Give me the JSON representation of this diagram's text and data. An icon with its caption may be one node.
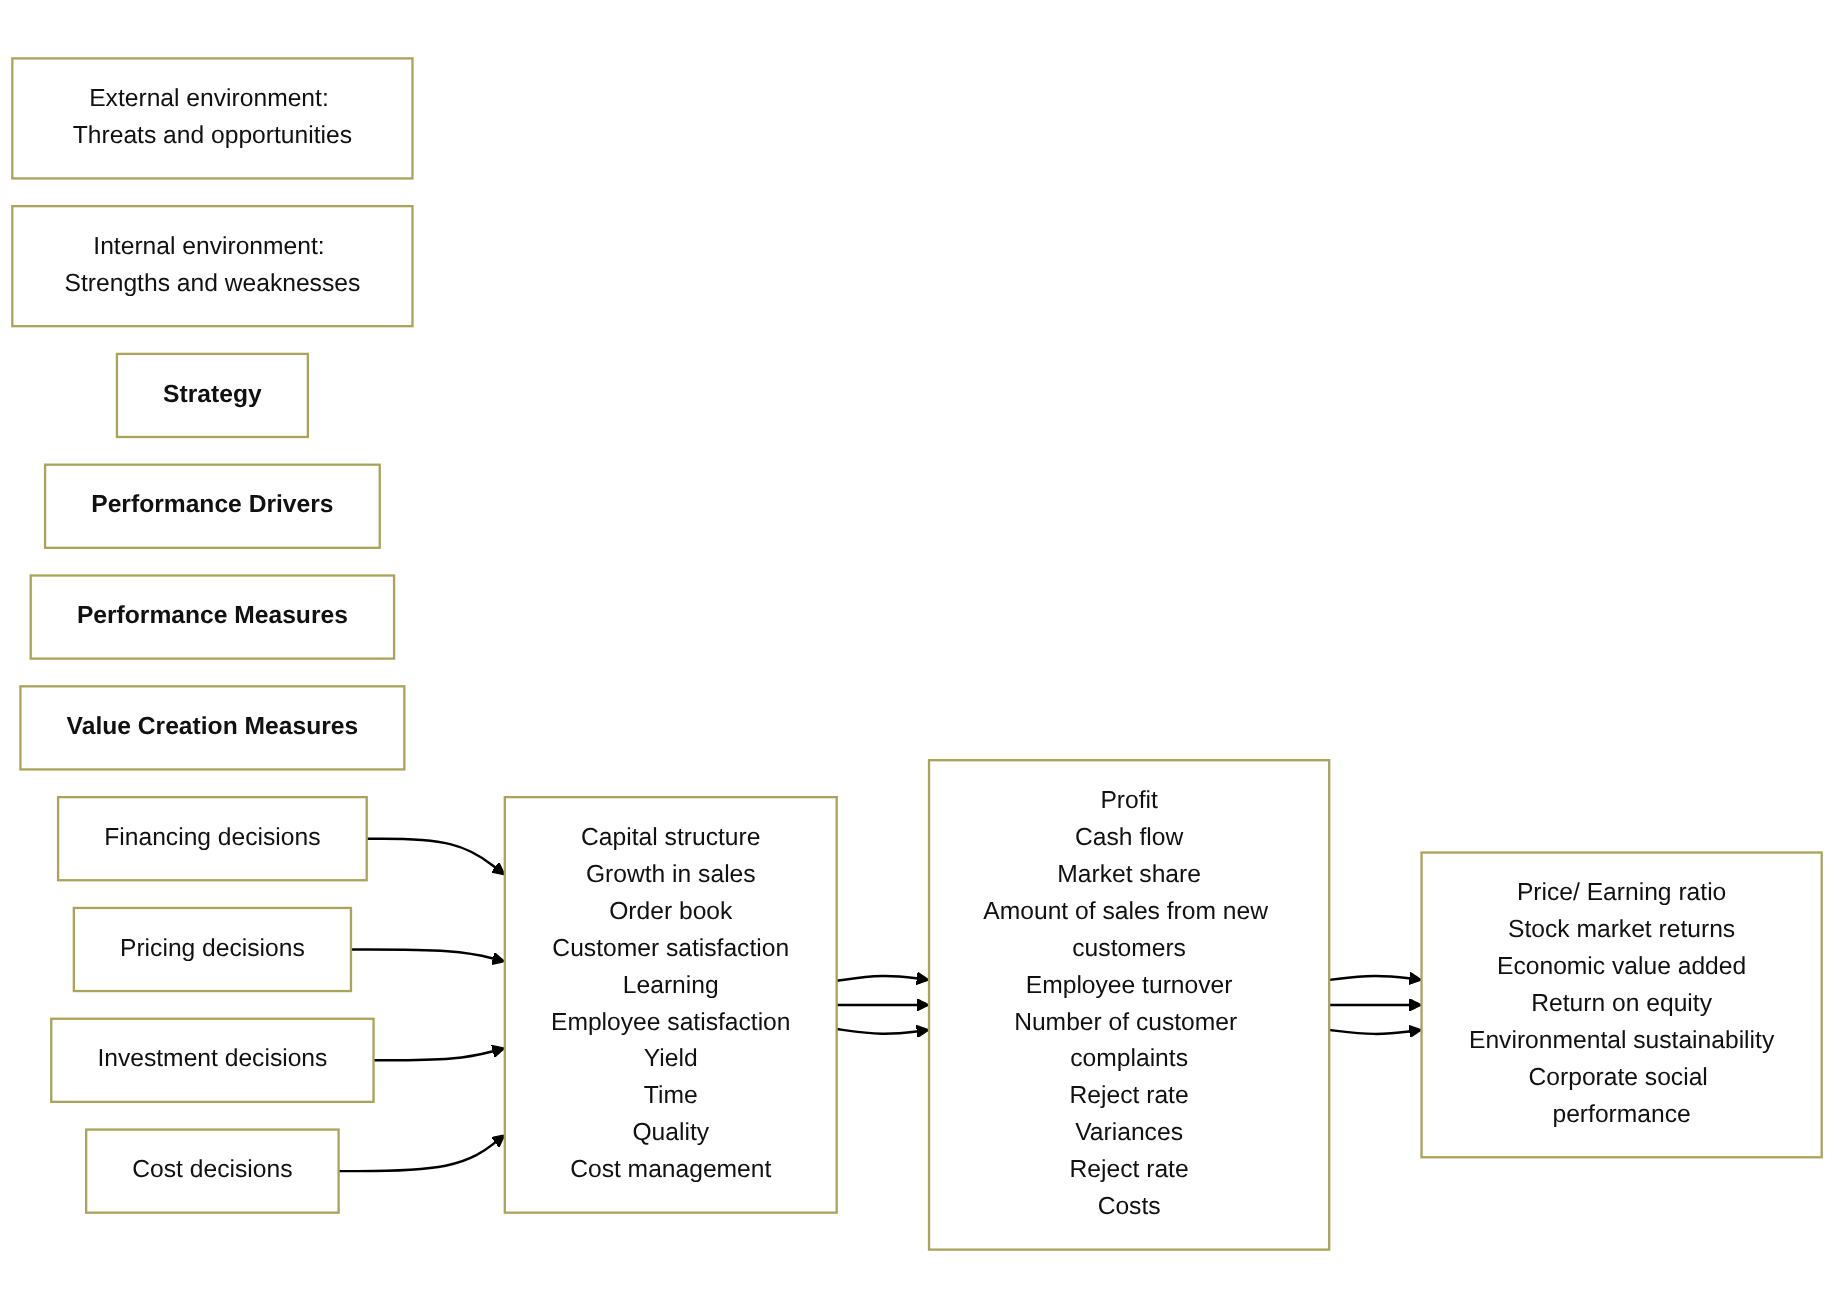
{
  "diagram": {
    "nodes": [
      {
        "text": [
          "External environment: Threats and opportunities"
        ]
      },
      {
        "text": [
          "Internal environment: Strengths and weaknesses"
        ]
      },
      {
        "text": [
          "Strategy"
        ]
      },
      {
        "text": [
          "Performance Drivers"
        ]
      },
      {
        "text": [
          "Performance Measures"
        ]
      },
      {
        "text": [
          "Value Creation Measures"
        ]
      },
      {
        "text": [
          "Financing decisions"
        ]
      },
      {
        "text": [
          "Pricing decisions"
        ]
      },
      {
        "text": [
          "Investment decisions"
        ]
      },
      {
        "text": [
          "Cost decisions"
        ]
      },
      {
        "text": [
          "Capital structure",
          "Growth in sales",
          "Order book",
          "Customer satisfaction",
          "Learning",
          "Employee satisfaction",
          "Yield",
          "Time",
          "Quality",
          "Cost management"
        ]
      },
      {
        "text": [
          "Profit",
          "Cash flow",
          "Market share",
          "Amount of sales from new customers",
          "Employee turnover",
          "Number of customer complaints",
          "Reject rate",
          "Variances",
          "Reject rate",
          "Costs"
        ]
      },
      {
        "text": [
          "Price/ Earning ratio",
          "Stock market returns",
          "Economic value added",
          "Return on equity",
          "Environmental sustainability",
          "Corporate social performance"
        ]
      }
    ],
    "edges": [
      {
        "from": 6,
        "to": 10,
        "arrow": "to"
      },
      {
        "from": 7,
        "to": 10,
        "arrow": "to"
      },
      {
        "from": 8,
        "to": 10,
        "arrow": "to"
      },
      {
        "from": 9,
        "to": 10,
        "arrow": "to"
      },
      {
        "from": 10,
        "to": 11,
        "arrow": "to"
      },
      {
        "from": 10,
        "to": 11,
        "arrow": "to"
      },
      {
        "from": 10,
        "to": 11,
        "arrow": "to"
      },
      {
        "from": 11,
        "to": 12,
        "arrow": "to"
      },
      {
        "from": 11,
        "to": 12,
        "arrow": "to"
      },
      {
        "from": 11,
        "to": 12,
        "arrow": "to"
      }
    ]
  }
}
